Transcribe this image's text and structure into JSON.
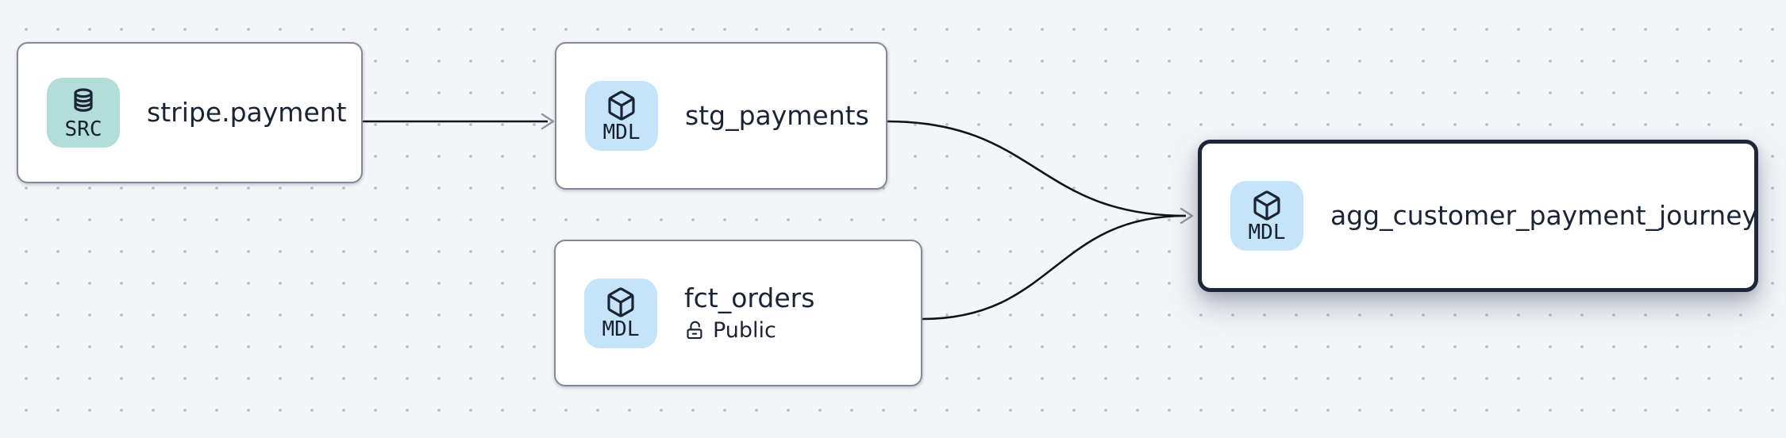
{
  "canvas": {
    "background_color": "#f4f5f8",
    "dot_color": "#b9bdc7"
  },
  "colors": {
    "node_border": "#828a98",
    "selected_node_border": "#1d2738",
    "source_badge": "#b2ddd8",
    "model_badge": "#c5e4f9",
    "text": "#1a2433",
    "edge": "#101418",
    "arrowhead": "#8e95a1"
  },
  "nodes": [
    {
      "id": "stripe-payment",
      "type_label": "SRC",
      "icon": "database-icon",
      "title": "stripe.payment",
      "selected": false
    },
    {
      "id": "stg-payments",
      "type_label": "MDL",
      "icon": "cube-icon",
      "title": "stg_payments",
      "selected": false
    },
    {
      "id": "fct-orders",
      "type_label": "MDL",
      "icon": "cube-icon",
      "title": "fct_orders",
      "subtitle": "Public",
      "subtitle_icon": "lock-open-icon",
      "selected": false
    },
    {
      "id": "agg-customer-payment-journey",
      "type_label": "MDL",
      "icon": "cube-icon",
      "title": "agg_customer_payment_journey",
      "selected": true
    }
  ],
  "edges": [
    {
      "from": "stripe-payment",
      "to": "stg-payments"
    },
    {
      "from": "stg-payments",
      "to": "agg-customer-payment-journey"
    },
    {
      "from": "fct-orders",
      "to": "agg-customer-payment-journey"
    }
  ]
}
